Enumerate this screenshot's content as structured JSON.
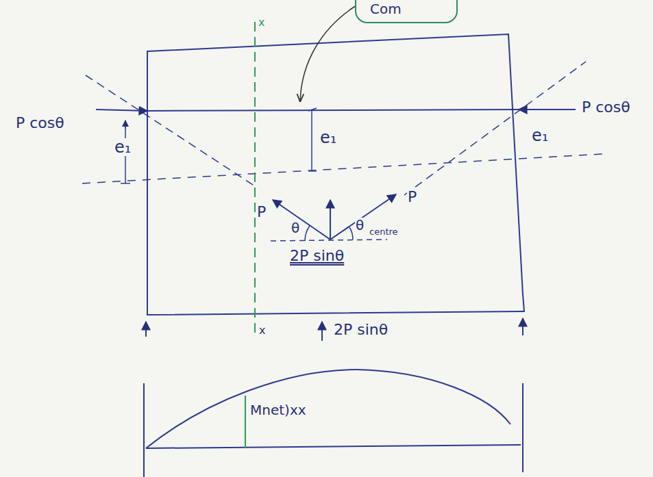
{
  "diagram": {
    "nodes": [
      {
        "text": [
          "Com"
        ]
      }
    ],
    "labels": [
      "P cosθ",
      "P cosθ",
      "e₁",
      "e₁",
      "e₁",
      "x",
      "x",
      "P",
      "P",
      "θ",
      "θ",
      "centre",
      "2P sinθ",
      "2P sinθ",
      "Mnet)xx"
    ]
  }
}
